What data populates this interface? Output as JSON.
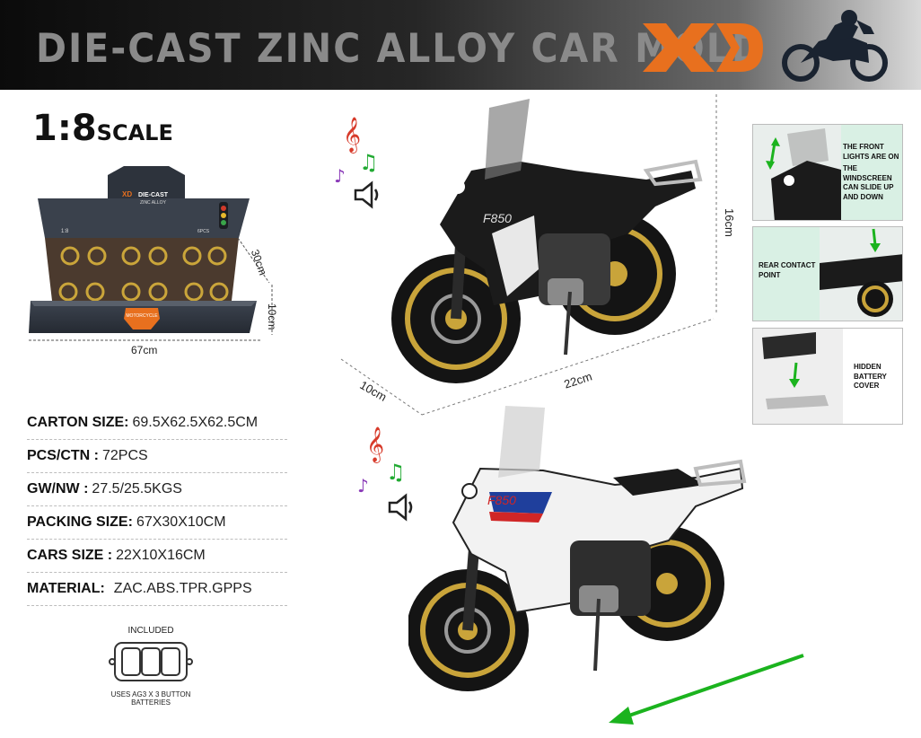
{
  "header": {
    "title": "DIE-CAST ZINC ALLOY CAR MOLD",
    "brand": "XD",
    "brand_color": "#e8701e"
  },
  "scale": {
    "ratio": "1:8",
    "word": "SCALE"
  },
  "display_box": {
    "width": "67cm",
    "depth": "30cm",
    "height": "10cm",
    "box_print": {
      "die_cast": "DIE-CAST",
      "alloy": "ZINC ALLOY",
      "scale": "1:8",
      "count": "6PCS",
      "badge": "MOTORCYCLE"
    }
  },
  "specs": [
    {
      "label": "CARTON SIZE:",
      "value": "69.5X62.5X62.5CM"
    },
    {
      "label": "PCS/CTN :",
      "value": "72PCS"
    },
    {
      "label": "GW/NW :",
      "value": "27.5/25.5KGS"
    },
    {
      "label": "PACKING SIZE:",
      "value": "67X30X10CM"
    },
    {
      "label": "CARS SIZE :",
      "value": "22X10X16CM"
    },
    {
      "label": "MATERIAL:",
      "value": "ZAC.ABS.TPR.GPPS"
    }
  ],
  "included": {
    "label": "INCLUDED",
    "note_line1": "USES AG3 X 3 BUTTON",
    "note_line2": "BATTERIES"
  },
  "product_dims": {
    "length": "22cm",
    "width": "10cm",
    "height": "16cm",
    "model_badge": "F850"
  },
  "features": [
    {
      "lines": [
        "THE FRONT",
        "LIGHTS ARE ON",
        "THE",
        "WINDSCREEN",
        "CAN SLIDE UP",
        "AND DOWN"
      ]
    },
    {
      "lines": [
        "REAR CONTACT",
        "POINT"
      ]
    },
    {
      "lines": [
        "HIDDEN",
        "BATTERY",
        "COVER"
      ]
    }
  ],
  "icons": [
    "motorcycle-rider-icon",
    "music-note-icon",
    "speaker-icon",
    "green-arrow-icon"
  ],
  "colors": {
    "accent_green": "#1bb31e",
    "feature_bg": "#d9f0e4",
    "note_red": "#d73a2a",
    "note_green": "#22aa33",
    "note_purple": "#8a3ab8"
  }
}
